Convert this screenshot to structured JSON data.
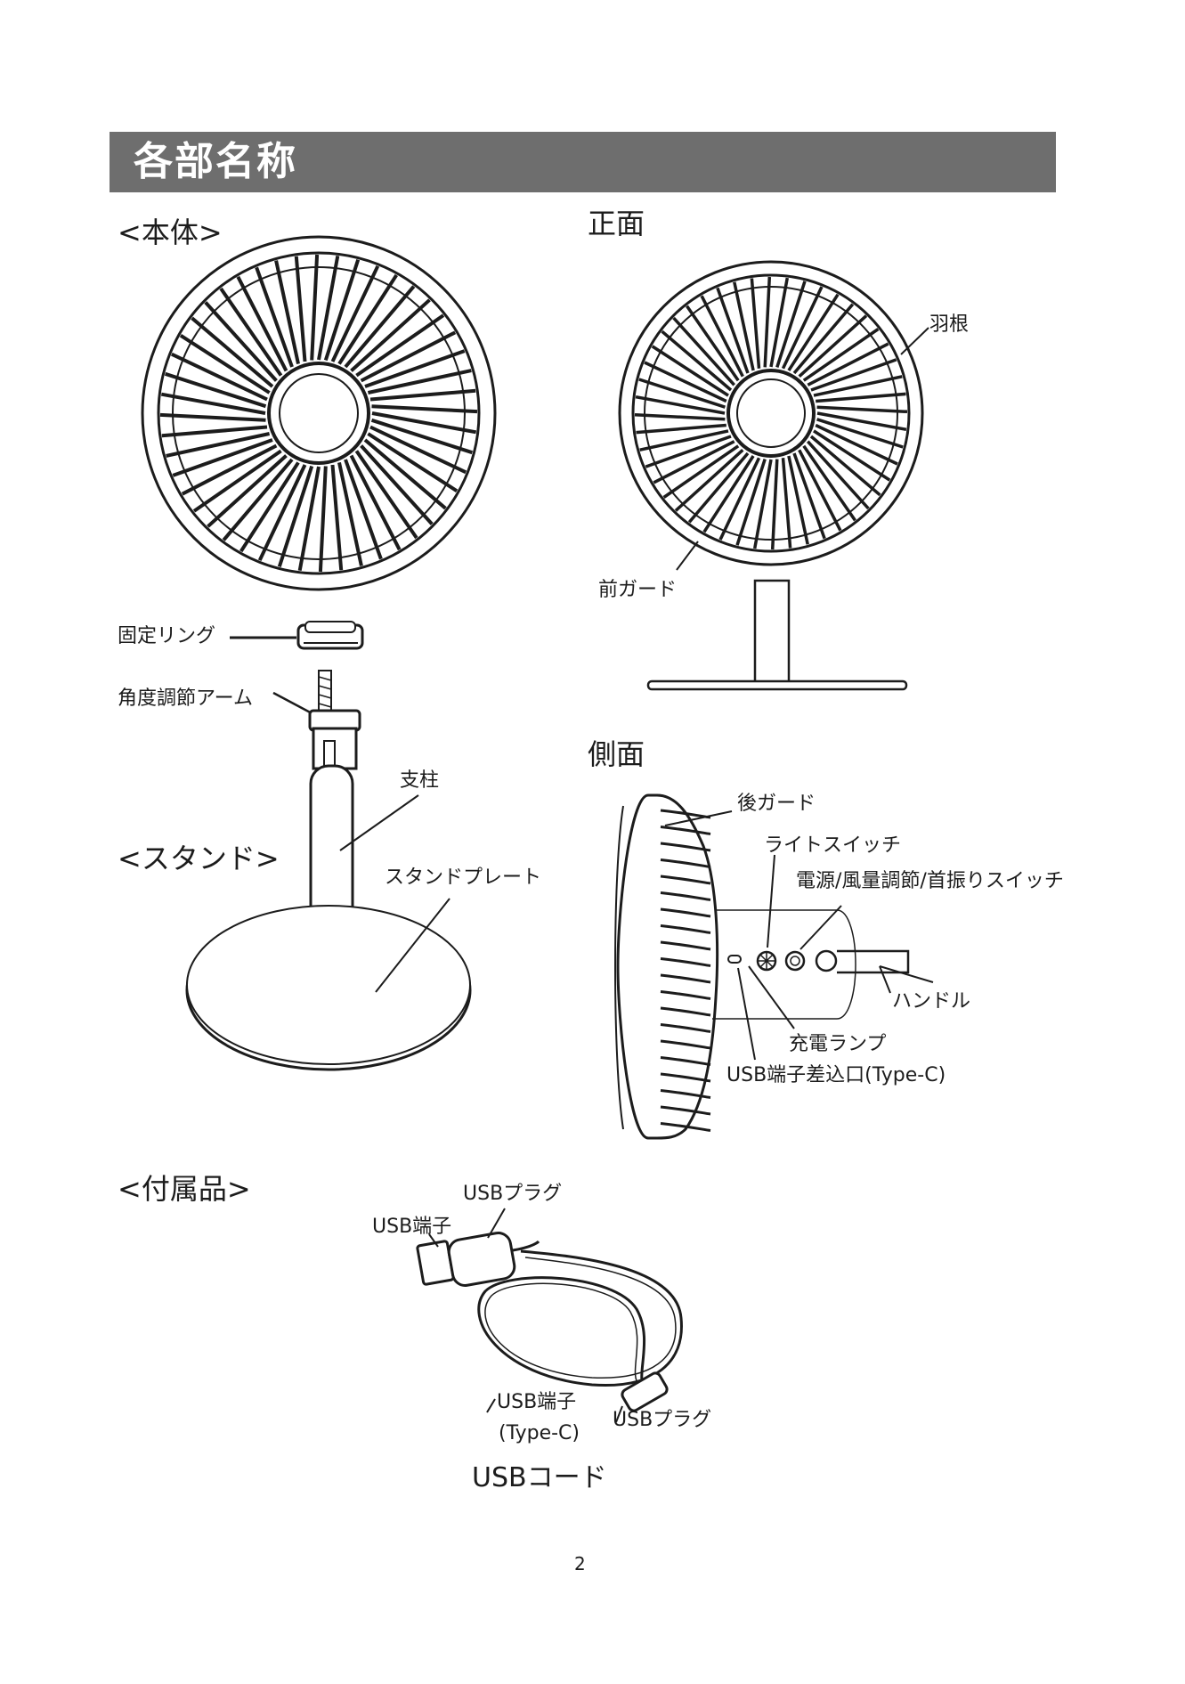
{
  "header": {
    "title": "各部名称"
  },
  "sections": {
    "body": "<本体>",
    "front": "正面",
    "side": "側面",
    "stand": "<スタンド>",
    "accessories": "<付属品>"
  },
  "labels": {
    "fixing_ring": "固定リング",
    "angle_arm": "角度調節アーム",
    "pillar": "支柱",
    "stand_plate": "スタンドプレート",
    "blade": "羽根",
    "front_guard": "前ガード",
    "rear_guard": "後ガード",
    "light_switch": "ライトスイッチ",
    "power_switch": "電源/風量調節/首振りスイッチ",
    "handle": "ハンドル",
    "charge_lamp": "充電ランプ",
    "usb_port": "USB端子差込口(Type-C)",
    "usb_plug_top": "USBプラグ",
    "usb_terminal_top": "USB端子",
    "usb_terminal_c_line1": "USB端子",
    "usb_terminal_c_line2": "(Type-C)",
    "usb_plug_bottom": "USBプラグ",
    "usb_cord": "USBコード"
  },
  "page_number": "2",
  "colors": {
    "header_bg": "#6e6e6e",
    "header_text": "#ffffff",
    "ink": "#1c1c1c"
  }
}
